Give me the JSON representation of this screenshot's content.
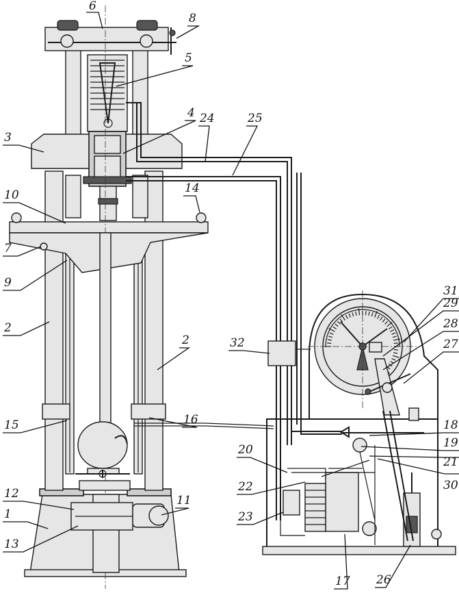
{
  "labels": {
    "l1": "1",
    "l2a": "2",
    "l2b": "2",
    "l3": "3",
    "l4": "4",
    "l5": "5",
    "l6": "6",
    "l7": "7",
    "l8": "8",
    "l9": "9",
    "l10": "10",
    "l11": "11",
    "l12": "12",
    "l13": "13",
    "l14": "14",
    "l15": "15",
    "l16": "16",
    "l17": "17",
    "l18": "18",
    "l19": "19",
    "l20": "20",
    "l21": "21",
    "l22": "22",
    "l23": "23",
    "l24": "24",
    "l25": "25",
    "l26": "26",
    "l27": "27",
    "l28": "28",
    "l29": "29",
    "l30": "30",
    "l31": "31",
    "l32": "32"
  }
}
